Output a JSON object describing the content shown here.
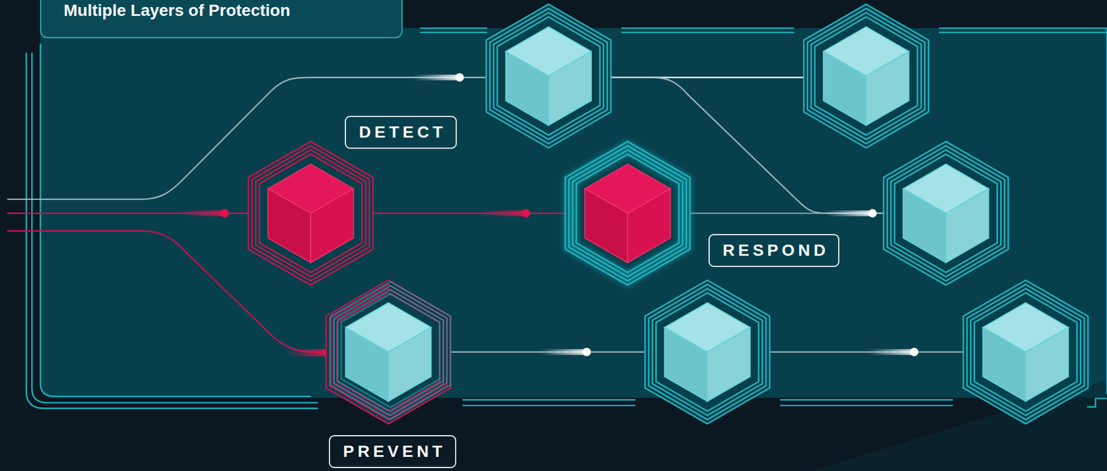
{
  "diagram": {
    "title": "Multiple Layers of Protection",
    "nodes": [
      {
        "text": [
          "DETECT"
        ]
      },
      {
        "text": [
          "RESPOND"
        ]
      },
      {
        "text": [
          "PREVENT"
        ]
      }
    ]
  }
}
